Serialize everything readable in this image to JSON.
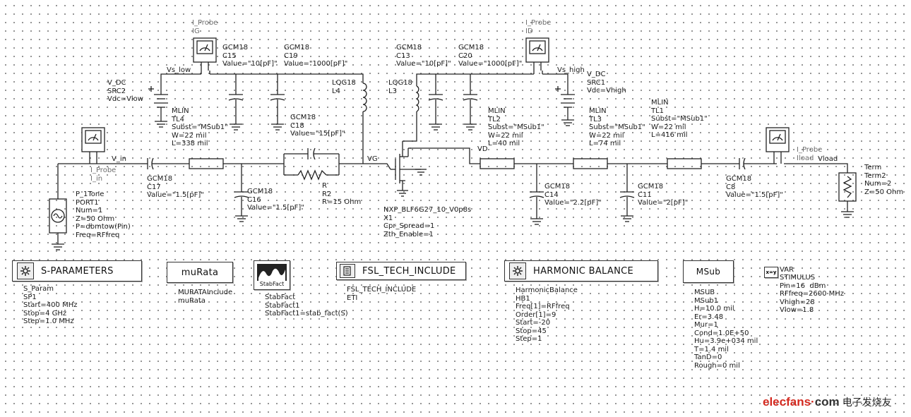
{
  "probe_ig": {
    "lines": [
      "I_Probe",
      "IG"
    ]
  },
  "probe_id": {
    "lines": [
      "I_Probe",
      "ID"
    ]
  },
  "probe_in": {
    "lines": [
      "I_Probe",
      "I_in"
    ]
  },
  "probe_load": {
    "lines": [
      "I_Probe",
      "Iload"
    ]
  },
  "c15": {
    "lines": [
      "GCM18",
      "C15",
      "Value=\"10[pF]\""
    ]
  },
  "c19": {
    "lines": [
      "GCM18",
      "C19",
      "Value=\"1000[pF]\""
    ]
  },
  "c13": {
    "lines": [
      "GCM18",
      "C13",
      "Value=\"10[pF]\""
    ]
  },
  "c20": {
    "lines": [
      "GCM18",
      "C20",
      "Value=\"1000[pF]\""
    ]
  },
  "src2": {
    "lines": [
      "V_DC",
      "SRC2",
      "Vdc=Vlow"
    ]
  },
  "src1": {
    "lines": [
      "V_DC",
      "SRC1",
      "Vdc=Vhigh"
    ]
  },
  "l4": {
    "lines": [
      "LQG18",
      "L4"
    ]
  },
  "l3": {
    "lines": [
      "LQG18",
      "L3"
    ]
  },
  "tl4": {
    "lines": [
      "MLIN",
      "TL4",
      "Subst=\"MSub1\"",
      "W=22 mil",
      "L=338 mil"
    ]
  },
  "c18": {
    "lines": [
      "GCM18",
      "C18",
      "Value=\"15[pF]\""
    ]
  },
  "tl2": {
    "lines": [
      "MLIN",
      "TL2",
      "Subst=\"MSub1\"",
      "W=22 mil",
      "L=40 mil"
    ]
  },
  "tl3": {
    "lines": [
      "MLIN",
      "TL3",
      "Subst=\"MSub1\"",
      "W=22 mil",
      "L=74 mil"
    ]
  },
  "tl1": {
    "lines": [
      "MLIN",
      "TL1",
      "Subst=\"MSub1\"",
      "W=22 mil",
      "L=416 mil"
    ]
  },
  "c17": {
    "lines": [
      "GCM18",
      "C17",
      "Value=\"1.5[pF]\""
    ]
  },
  "c16": {
    "lines": [
      "GCM18",
      "C16",
      "Value=\"1.5[pF]\""
    ]
  },
  "r2": {
    "lines": [
      "R",
      "R2",
      "R=15 Ohm"
    ]
  },
  "port1": {
    "lines": [
      "P_1Tone",
      "PORT1",
      "Num=1",
      "Z=50 Ohm",
      "P=dbmtow(Pin)",
      "Freq=RFfreq"
    ]
  },
  "x1": {
    "lines": [
      "NXP_BLF6G27_10_V0p8s",
      "X1",
      "Cpr_Spread=1",
      "Zth_Enable=1"
    ]
  },
  "c14": {
    "lines": [
      "GCM18",
      "C14",
      "Value=\"2.2[pF]\""
    ]
  },
  "c11": {
    "lines": [
      "GCM18",
      "C11",
      "Value=\"2[pF]\""
    ]
  },
  "c8": {
    "lines": [
      "GCM18",
      "C8",
      "Value=\"1.5[pF]\""
    ]
  },
  "term2": {
    "lines": [
      "Term",
      "Term2",
      "Num=2",
      "Z=50 Ohm"
    ]
  },
  "nets": {
    "vs_low": "Vs_low",
    "vs_high": "Vs_high",
    "v_in": "V_in",
    "vg": "VG",
    "vd": "VD",
    "vload": "Vload"
  },
  "sparams": {
    "title": "S-PARAMETERS",
    "lines": [
      "S_Param",
      "SP1",
      "Start=400 MHz",
      "Stop=4 GHz",
      "Step=1.0 MHz"
    ]
  },
  "murata": {
    "title": "muRata",
    "lines": [
      "MURATAInclude",
      "muRata"
    ]
  },
  "stabfact": {
    "title": "StabFact",
    "lines": [
      "StabFact",
      "StabFact1",
      "StabFact1=stab_fact(S)"
    ]
  },
  "fsl": {
    "title": "FSL_TECH_INCLUDE",
    "lines": [
      "FSL_TECH_INCLUDE",
      "ETI"
    ]
  },
  "hb": {
    "title": "HARMONIC BALANCE",
    "lines": [
      "HarmonicBalance",
      "HB1",
      "Freq[1]=RFfreq",
      "Order[1]=9",
      "Start=-20",
      "Stop=45",
      "Step=1"
    ]
  },
  "msub": {
    "title": "MSub",
    "lines": [
      "MSUB",
      "MSub1",
      "H=10.0 mil",
      "Er=3.48",
      "Mur=1",
      "Cond=1.0E+50",
      "Hu=3.9e+034 mil",
      "T=1.4 mil",
      "TanD=0",
      "Rough=0 mil"
    ]
  },
  "var": {
    "title": "VAR",
    "lines": [
      "STIMULUS",
      "Pin=16  dBm",
      "RFfreq=2600 MHz",
      "Vhigh=28",
      "Vlow=1.8"
    ]
  },
  "watermark": {
    "brand": "elecfans",
    "dot": "·",
    "suffix": "com",
    "cn": "电子发烧友"
  }
}
